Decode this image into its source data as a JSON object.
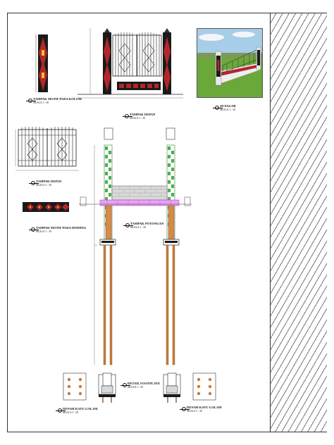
{
  "labels": {
    "column_motif": "TAMPAK MOTIF PADA KOLOM",
    "front_view_top": "TAMPAK DEPAN",
    "threed": "3D PAGAR",
    "front_view_left": "TAMPAK DEPAN",
    "wall_motif": "TAMPAK MOTIF PADA DINDING",
    "section": "TAMPAK POTONGAN",
    "footplate": "DETAIL FOOTPLATE",
    "pile_left": "DENAH KAYU GALAM",
    "pile_right": "DENAH KAYU GALAM"
  },
  "scale": "SKALA 1 : 50",
  "colors": {
    "motif_red": "#b3262b",
    "motif_dark": "#1a1a1a",
    "column_green": "#4caf50",
    "pile_brown": "#c87a3a",
    "beam_magenta": "#c23bd4",
    "brick_grey": "#d9d9d9",
    "sky": "#9fc5e8",
    "grass": "#6aa83a"
  },
  "icons": [
    "section-marker-icon"
  ]
}
